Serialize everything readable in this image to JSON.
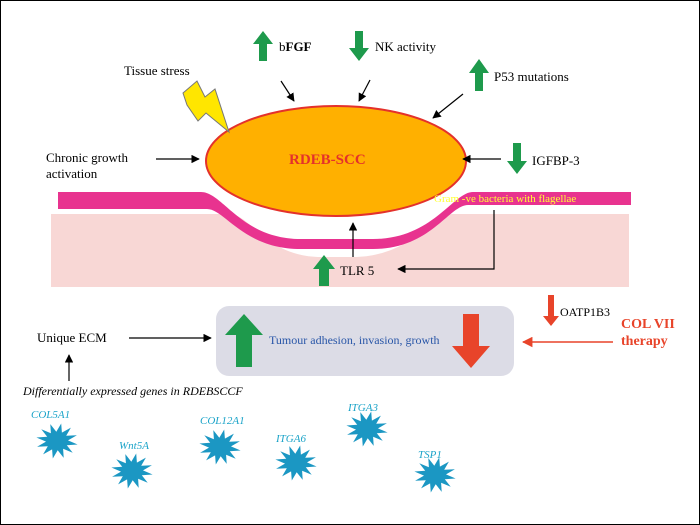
{
  "colors": {
    "tumour_fill": "#ffb000",
    "tumour_stroke": "#e4312b",
    "tumour_text": "#e4312b",
    "epidermis": "#e8338f",
    "dermis": "#f8d7d5",
    "up_arrow": "#1e9a4c",
    "down_arrow": "#1e9a4c",
    "red_arrow": "#e8442a",
    "box_fill": "#dcdce6",
    "box_text": "#2a57a8",
    "bacteria_text": "#ffff33",
    "gene_star": "#1b97c3",
    "gene_text": "#1aa3c8",
    "col_vii": "#e8442a",
    "lightning": "#ffe600"
  },
  "labels": {
    "tumour": "RDEB-SCC",
    "bfgf_prefix": "b",
    "bfgf_main": "FGF",
    "nk_activity": "NK activity",
    "p53": "P53 mutations",
    "tissue_stress": "Tissue stress",
    "chronic_line1": "Chronic growth",
    "chronic_line2": "activation",
    "igfbp3": "IGFBP-3",
    "bacteria": "Gram -ve bacteria with flagellae",
    "tlr5": "TLR 5",
    "tumour_adhesion": "Tumour adhesion, invasion, growth",
    "unique_ecm": "Unique ECM",
    "oatp1b3": "OATP1B3",
    "col_vii_line1": "COL VII",
    "col_vii_line2": "therapy",
    "diff_genes": "Differentially expressed genes in RDEBSCCF"
  },
  "genes": [
    "COL5A1",
    "Wnt5A",
    "COL12A1",
    "ITGA6",
    "ITGA3",
    "TSP1"
  ],
  "icons": {
    "up_arrow": "thick-up-arrow",
    "down_arrow": "thick-down-arrow",
    "lightning": "lightning-bolt",
    "star": "spiky-star"
  }
}
